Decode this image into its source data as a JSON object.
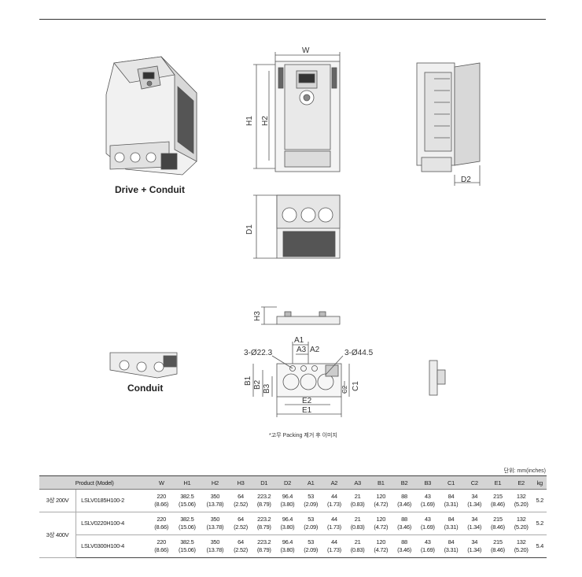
{
  "captions": {
    "drive_conduit": "Drive + Conduit",
    "conduit": "Conduit",
    "packing_note": "*고무 Packing 제거 후 이미지",
    "unit": "단위: mm(inches)"
  },
  "dims": {
    "W": "W",
    "H1": "H1",
    "H2": "H2",
    "D1": "D1",
    "D2": "D2",
    "H3": "H3",
    "A1": "A1",
    "A2": "A2",
    "A3": "A3",
    "B1": "B1",
    "B2": "B2",
    "B3": "B3",
    "C1": "C1",
    "C2": "C2",
    "E1": "E1",
    "E2": "E2",
    "hole_small": "3-Ø22.3",
    "hole_large": "3-Ø44.5"
  },
  "table": {
    "headers": [
      "Product (Model)",
      "W",
      "H1",
      "H2",
      "H3",
      "D1",
      "D2",
      "A1",
      "A2",
      "A3",
      "B1",
      "B2",
      "B3",
      "C1",
      "C2",
      "E1",
      "E2",
      "kg"
    ],
    "rows": [
      {
        "group": "3상 200V",
        "model": "LSLV0185H100-2",
        "values": [
          [
            "220",
            "(8.66)"
          ],
          [
            "382.5",
            "(15.06)"
          ],
          [
            "350",
            "(13.78)"
          ],
          [
            "64",
            "(2.52)"
          ],
          [
            "223.2",
            "(8.79)"
          ],
          [
            "96.4",
            "(3.80)"
          ],
          [
            "53",
            "(2.09)"
          ],
          [
            "44",
            "(1.73)"
          ],
          [
            "21",
            "(0.83)"
          ],
          [
            "120",
            "(4.72)"
          ],
          [
            "88",
            "(3.46)"
          ],
          [
            "43",
            "(1.69)"
          ],
          [
            "84",
            "(3.31)"
          ],
          [
            "34",
            "(1.34)"
          ],
          [
            "215",
            "(8.46)"
          ],
          [
            "132",
            "(5.20)"
          ]
        ],
        "kg": "5.2"
      },
      {
        "group": "3상 400V",
        "model": "LSLV0220H100-4",
        "values": [
          [
            "220",
            "(8.66)"
          ],
          [
            "382.5",
            "(15.06)"
          ],
          [
            "350",
            "(13.78)"
          ],
          [
            "64",
            "(2.52)"
          ],
          [
            "223.2",
            "(8.79)"
          ],
          [
            "96.4",
            "(3.80)"
          ],
          [
            "53",
            "(2.09)"
          ],
          [
            "44",
            "(1.73)"
          ],
          [
            "21",
            "(0.83)"
          ],
          [
            "120",
            "(4.72)"
          ],
          [
            "88",
            "(3.46)"
          ],
          [
            "43",
            "(1.69)"
          ],
          [
            "84",
            "(3.31)"
          ],
          [
            "34",
            "(1.34)"
          ],
          [
            "215",
            "(8.46)"
          ],
          [
            "132",
            "(5.20)"
          ]
        ],
        "kg": "5.2"
      },
      {
        "group": "",
        "model": "LSLV0300H100-4",
        "values": [
          [
            "220",
            "(8.66)"
          ],
          [
            "382.5",
            "(15.06)"
          ],
          [
            "350",
            "(13.78)"
          ],
          [
            "64",
            "(2.52)"
          ],
          [
            "223.2",
            "(8.79)"
          ],
          [
            "96.4",
            "(3.80)"
          ],
          [
            "53",
            "(2.09)"
          ],
          [
            "44",
            "(1.73)"
          ],
          [
            "21",
            "(0.83)"
          ],
          [
            "120",
            "(4.72)"
          ],
          [
            "88",
            "(3.46)"
          ],
          [
            "43",
            "(1.69)"
          ],
          [
            "84",
            "(3.31)"
          ],
          [
            "34",
            "(1.34)"
          ],
          [
            "215",
            "(8.46)"
          ],
          [
            "132",
            "(5.20)"
          ]
        ],
        "kg": "5.4"
      }
    ]
  }
}
